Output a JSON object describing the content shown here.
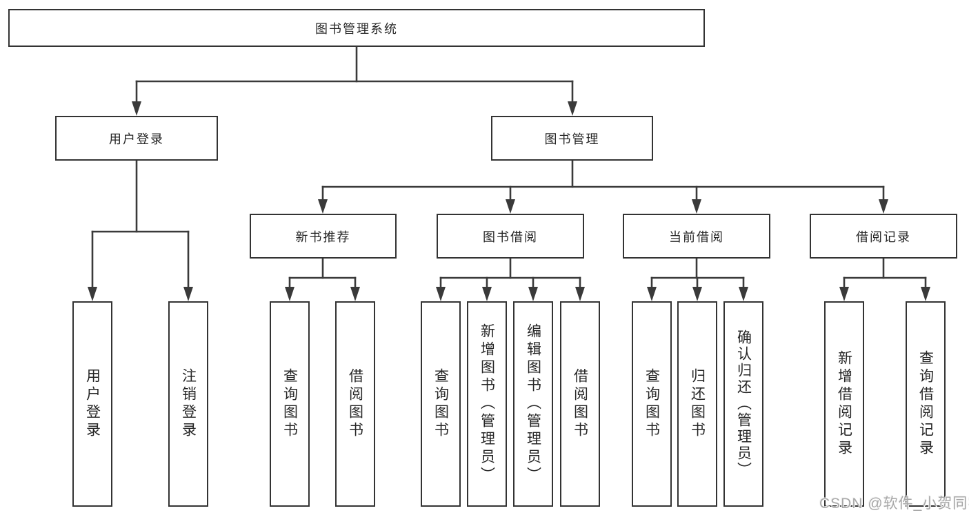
{
  "diagram": {
    "root": {
      "label": "图书管理系统"
    },
    "level2": [
      {
        "label": "用户登录"
      },
      {
        "label": "图书管理"
      }
    ],
    "level3": [
      {
        "label": "新书推荐"
      },
      {
        "label": "图书借阅"
      },
      {
        "label": "当前借阅"
      },
      {
        "label": "借阅记录"
      }
    ],
    "leaves": [
      {
        "label": "用户登录"
      },
      {
        "label": "注销登录"
      },
      {
        "label": "查询图书"
      },
      {
        "label": "借阅图书"
      },
      {
        "label": "查询图书"
      },
      {
        "label": "新增图书（管理员）"
      },
      {
        "label": "编辑图书（管理员）"
      },
      {
        "label": "借阅图书"
      },
      {
        "label": "查询图书"
      },
      {
        "label": "归还图书"
      },
      {
        "label": "确认归还（管理员）"
      },
      {
        "label": "新增借阅记录"
      },
      {
        "label": "查询借阅记录"
      }
    ],
    "colors": {
      "line": "#3a3a3a",
      "box_border": "#333333",
      "box_fill": "#ffffff",
      "text": "#262626",
      "watermark": "#a8a8a8"
    }
  },
  "watermark": {
    "text": "CSDN @软件_小贺同学"
  }
}
